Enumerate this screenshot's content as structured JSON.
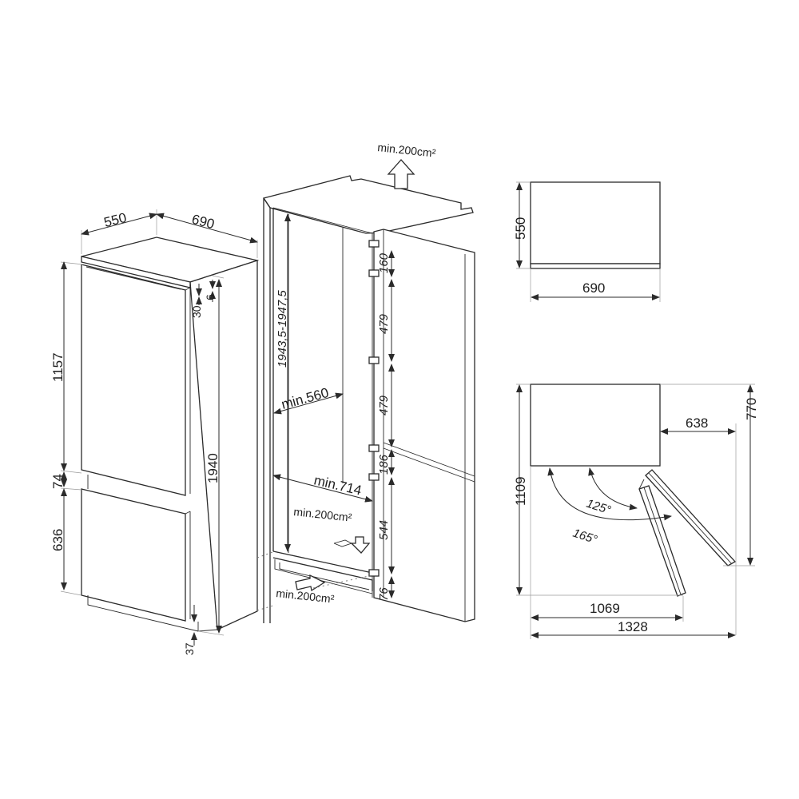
{
  "colors": {
    "line": "#2b2b2b",
    "extension": "#9a9a9a",
    "background": "#ffffff"
  },
  "view_isometric_product": {
    "depth": "550",
    "width": "690",
    "top_gap": "30",
    "plinth_gap": "6",
    "upper_door_height": "1157",
    "door_gap": "74",
    "lower_door_height": "636",
    "total_height": "1940",
    "bottom_offset": "37"
  },
  "view_niche": {
    "vent_top": "min.200cm²",
    "niche_height": "1943,5-1947,5",
    "niche_width": "min.560",
    "niche_depth": "min.714",
    "vent_inner": "min.200cm²",
    "vent_bottom": "min.200cm²",
    "hinge_spacings": [
      "160",
      "479",
      "479",
      "186",
      "544",
      "76"
    ]
  },
  "view_top": {
    "depth": "550",
    "width": "690"
  },
  "view_door_swing": {
    "open_depth": "770",
    "side_clearance": "638",
    "total_depth": "1109",
    "angle_small": "125°",
    "angle_large": "165°",
    "width_at_125": "1069",
    "width_at_165": "1328"
  }
}
